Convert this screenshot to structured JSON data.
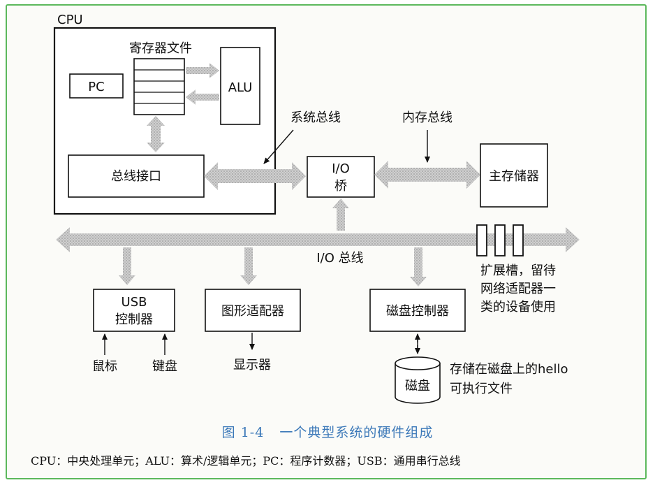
{
  "labels": {
    "cpu": "CPU",
    "register_file": "寄存器文件",
    "pc": "PC",
    "alu": "ALU",
    "bus_interface": "总线接口",
    "system_bus": "系统总线",
    "memory_bus": "内存总线",
    "io_bridge_line1": "I/O",
    "io_bridge_line2": "桥",
    "main_memory": "主存储器",
    "io_bus": "I/O 总线",
    "usb_line1": "USB",
    "usb_line2": "控制器",
    "mouse": "鼠标",
    "keyboard": "键盘",
    "graphics_adapter": "图形适配器",
    "display": "显示器",
    "disk_controller": "磁盘控制器",
    "disk": "磁盘",
    "expansion_line1": "扩展槽，留待",
    "expansion_line2": "网络适配器一",
    "expansion_line3": "类的设备使用",
    "hello_line1": "存储在磁盘上的hello",
    "hello_line2": "可执行文件"
  },
  "caption": {
    "number": "图 1-4",
    "title": "一个典型系统的硬件组成"
  },
  "legend": "CPU：中央处理单元；ALU：算术/逻辑单元；PC：程序计数器；USB：通用串行总线"
}
